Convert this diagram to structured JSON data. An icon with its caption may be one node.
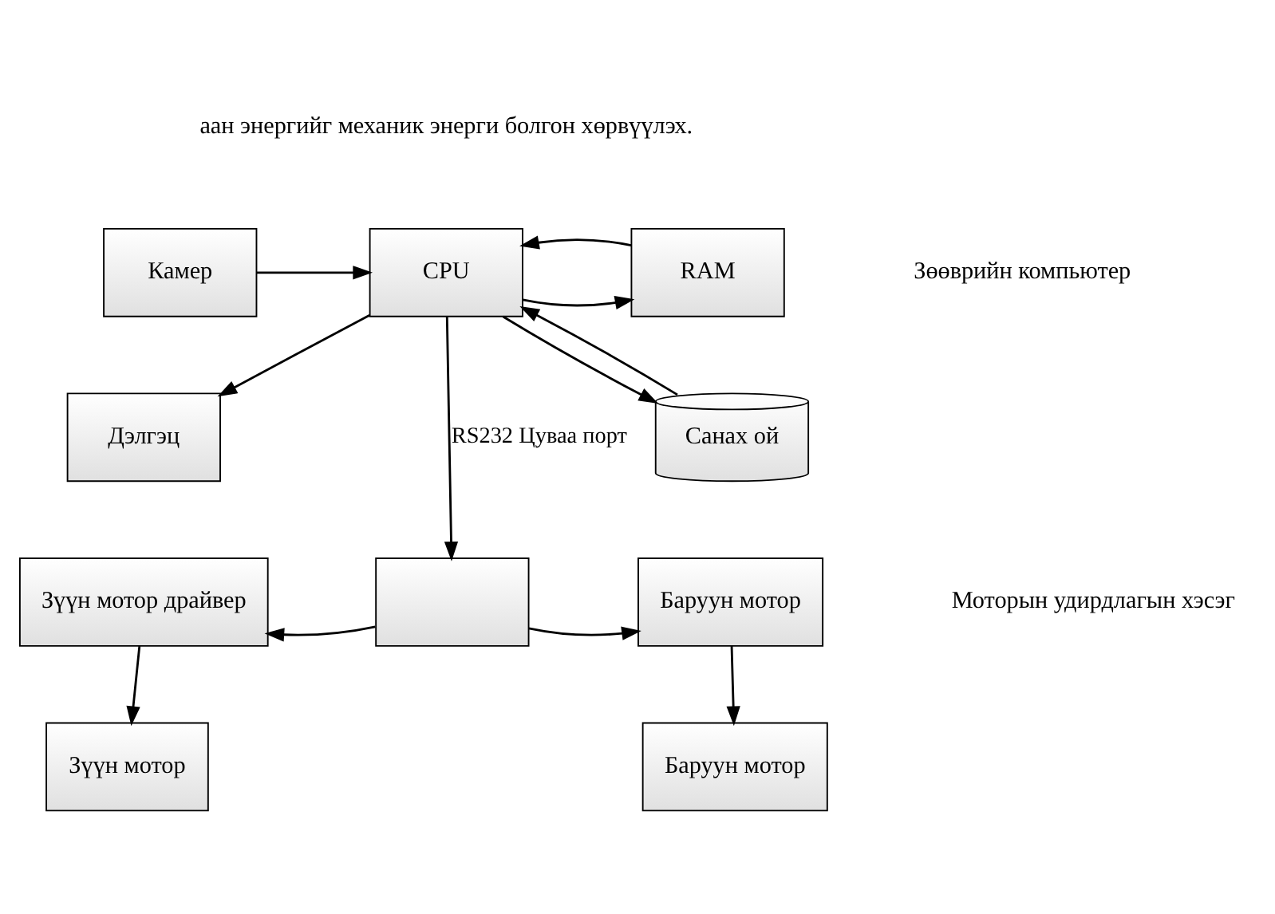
{
  "diagram": {
    "nodes": [
      {
        "text": [
          "Камер"
        ]
      },
      {
        "text": [
          "CPU"
        ]
      },
      {
        "text": [
          "RAM"
        ]
      },
      {
        "text": [
          "Дэлгэц"
        ]
      },
      {
        "text": [
          "Санах ой"
        ]
      },
      {
        "text": [],
        "shape": "box"
      },
      {
        "text": [
          "Зүүн мотор драйвер"
        ]
      },
      {
        "text": [
          "Баруун мотор"
        ]
      },
      {
        "text": [
          "Зүүн мотор"
        ]
      },
      {
        "text": [
          "Баруун мотор"
        ]
      }
    ],
    "edges": [
      {
        "from": 0,
        "to": 1,
        "arrow": "to"
      },
      {
        "from": 1,
        "to": 2,
        "arrow": "to"
      },
      {
        "from": 2,
        "to": 1,
        "arrow": "to"
      },
      {
        "from": 1,
        "to": 3,
        "arrow": "to"
      },
      {
        "from": 1,
        "to": 4,
        "arrow": "to"
      },
      {
        "from": 4,
        "to": 1,
        "arrow": "to"
      },
      {
        "from": 1,
        "to": 5,
        "arrow": "to",
        "label": "RS232 Цуваа порт"
      },
      {
        "from": 5,
        "to": 6,
        "arrow": "to"
      },
      {
        "from": 5,
        "to": 7,
        "arrow": "to"
      },
      {
        "from": 6,
        "to": 8,
        "arrow": "to"
      },
      {
        "from": 7,
        "to": 9,
        "arrow": "to"
      }
    ],
    "labels": [
      "аан энергийг механик энерги болгон хөрвүүлэх.",
      "Зөөврийн компьютер",
      "Моторын удирдлагын хэсэг"
    ]
  }
}
